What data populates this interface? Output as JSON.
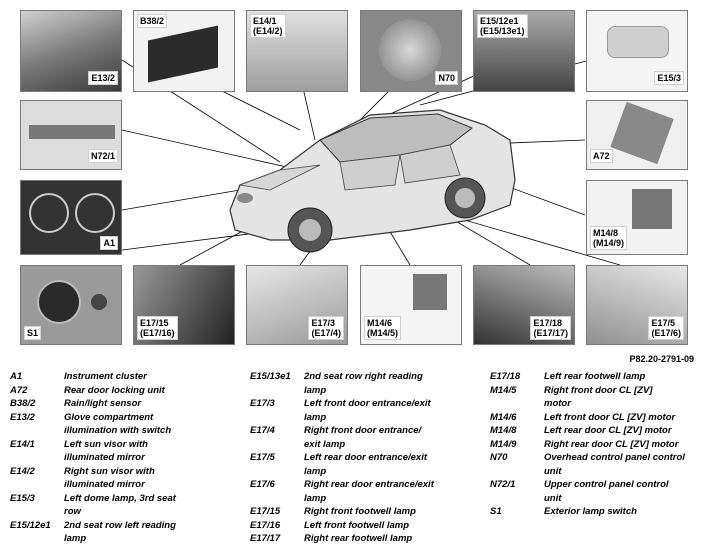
{
  "figure_code": "P82.20-2791-09",
  "callouts": {
    "e13_2": {
      "line1": "E13/2",
      "line2": ""
    },
    "b38_2": {
      "line1": "B38/2",
      "line2": ""
    },
    "e14_1": {
      "line1": "E14/1",
      "line2": "(E14/2)"
    },
    "n70": {
      "line1": "N70",
      "line2": ""
    },
    "e15_12e1": {
      "line1": "E15/12e1",
      "line2": "(E15/13e1)"
    },
    "e15_3": {
      "line1": "E15/3",
      "line2": ""
    },
    "n72_1": {
      "line1": "N72/1",
      "line2": ""
    },
    "a72": {
      "line1": "A72",
      "line2": ""
    },
    "a1": {
      "line1": "A1",
      "line2": ""
    },
    "m14_8": {
      "line1": "M14/8",
      "line2": "(M14/9)"
    },
    "s1": {
      "line1": "S1",
      "line2": ""
    },
    "e17_15": {
      "line1": "E17/15",
      "line2": "(E17/16)"
    },
    "e17_3": {
      "line1": "E17/3",
      "line2": "(E17/4)"
    },
    "m14_6": {
      "line1": "M14/6",
      "line2": "(M14/5)"
    },
    "e17_18": {
      "line1": "E17/18",
      "line2": "(E17/17)"
    },
    "e17_5": {
      "line1": "E17/5",
      "line2": "(E17/6)"
    }
  },
  "legend": {
    "col1": [
      {
        "code": "A1",
        "text": "Instrument cluster"
      },
      {
        "code": "A72",
        "text": "Rear door locking unit"
      },
      {
        "code": "B38/2",
        "text": "Rain/light sensor"
      },
      {
        "code": "E13/2",
        "text": "Glove compartment"
      },
      {
        "code": "",
        "text": "illumination with switch"
      },
      {
        "code": "E14/1",
        "text": "Left sun visor with"
      },
      {
        "code": "",
        "text": "illuminated mirror"
      },
      {
        "code": "E14/2",
        "text": "Right sun visor with"
      },
      {
        "code": "",
        "text": "illuminated mirror"
      },
      {
        "code": "E15/3",
        "text": "Left dome lamp, 3rd seat"
      },
      {
        "code": "",
        "text": "row"
      },
      {
        "code": "E15/12e1",
        "text": "2nd seat row left reading"
      },
      {
        "code": "",
        "text": "lamp"
      }
    ],
    "col2": [
      {
        "code": "E15/13e1",
        "text": "2nd seat row right reading"
      },
      {
        "code": "",
        "text": "lamp"
      },
      {
        "code": "E17/3",
        "text": "Left front door entrance/exit"
      },
      {
        "code": "",
        "text": "lamp"
      },
      {
        "code": "E17/4",
        "text": "Right front door entrance/"
      },
      {
        "code": "",
        "text": "exit lamp"
      },
      {
        "code": "E17/5",
        "text": "Left rear door entrance/exit"
      },
      {
        "code": "",
        "text": "lamp"
      },
      {
        "code": "E17/6",
        "text": "Right rear door entrance/exit"
      },
      {
        "code": "",
        "text": "lamp"
      },
      {
        "code": "E17/15",
        "text": "Right front footwell lamp"
      },
      {
        "code": "E17/16",
        "text": "Left front footwell lamp"
      },
      {
        "code": "E17/17",
        "text": "Right rear footwell lamp"
      }
    ],
    "col3": [
      {
        "code": "E17/18",
        "text": "Left rear footwell lamp"
      },
      {
        "code": "M14/5",
        "text": "Right front door CL [ZV]"
      },
      {
        "code": "",
        "text": "motor"
      },
      {
        "code": "M14/6",
        "text": "Left front door CL [ZV] motor"
      },
      {
        "code": "M14/8",
        "text": "Left rear door CL [ZV] motor"
      },
      {
        "code": "M14/9",
        "text": "Right rear door CL [ZV] motor"
      },
      {
        "code": "N70",
        "text": "Overhead control panel control"
      },
      {
        "code": "",
        "text": "unit"
      },
      {
        "code": "N72/1",
        "text": "Upper control panel control"
      },
      {
        "code": "",
        "text": "unit"
      },
      {
        "code": "S1",
        "text": "Exterior lamp switch"
      }
    ]
  }
}
